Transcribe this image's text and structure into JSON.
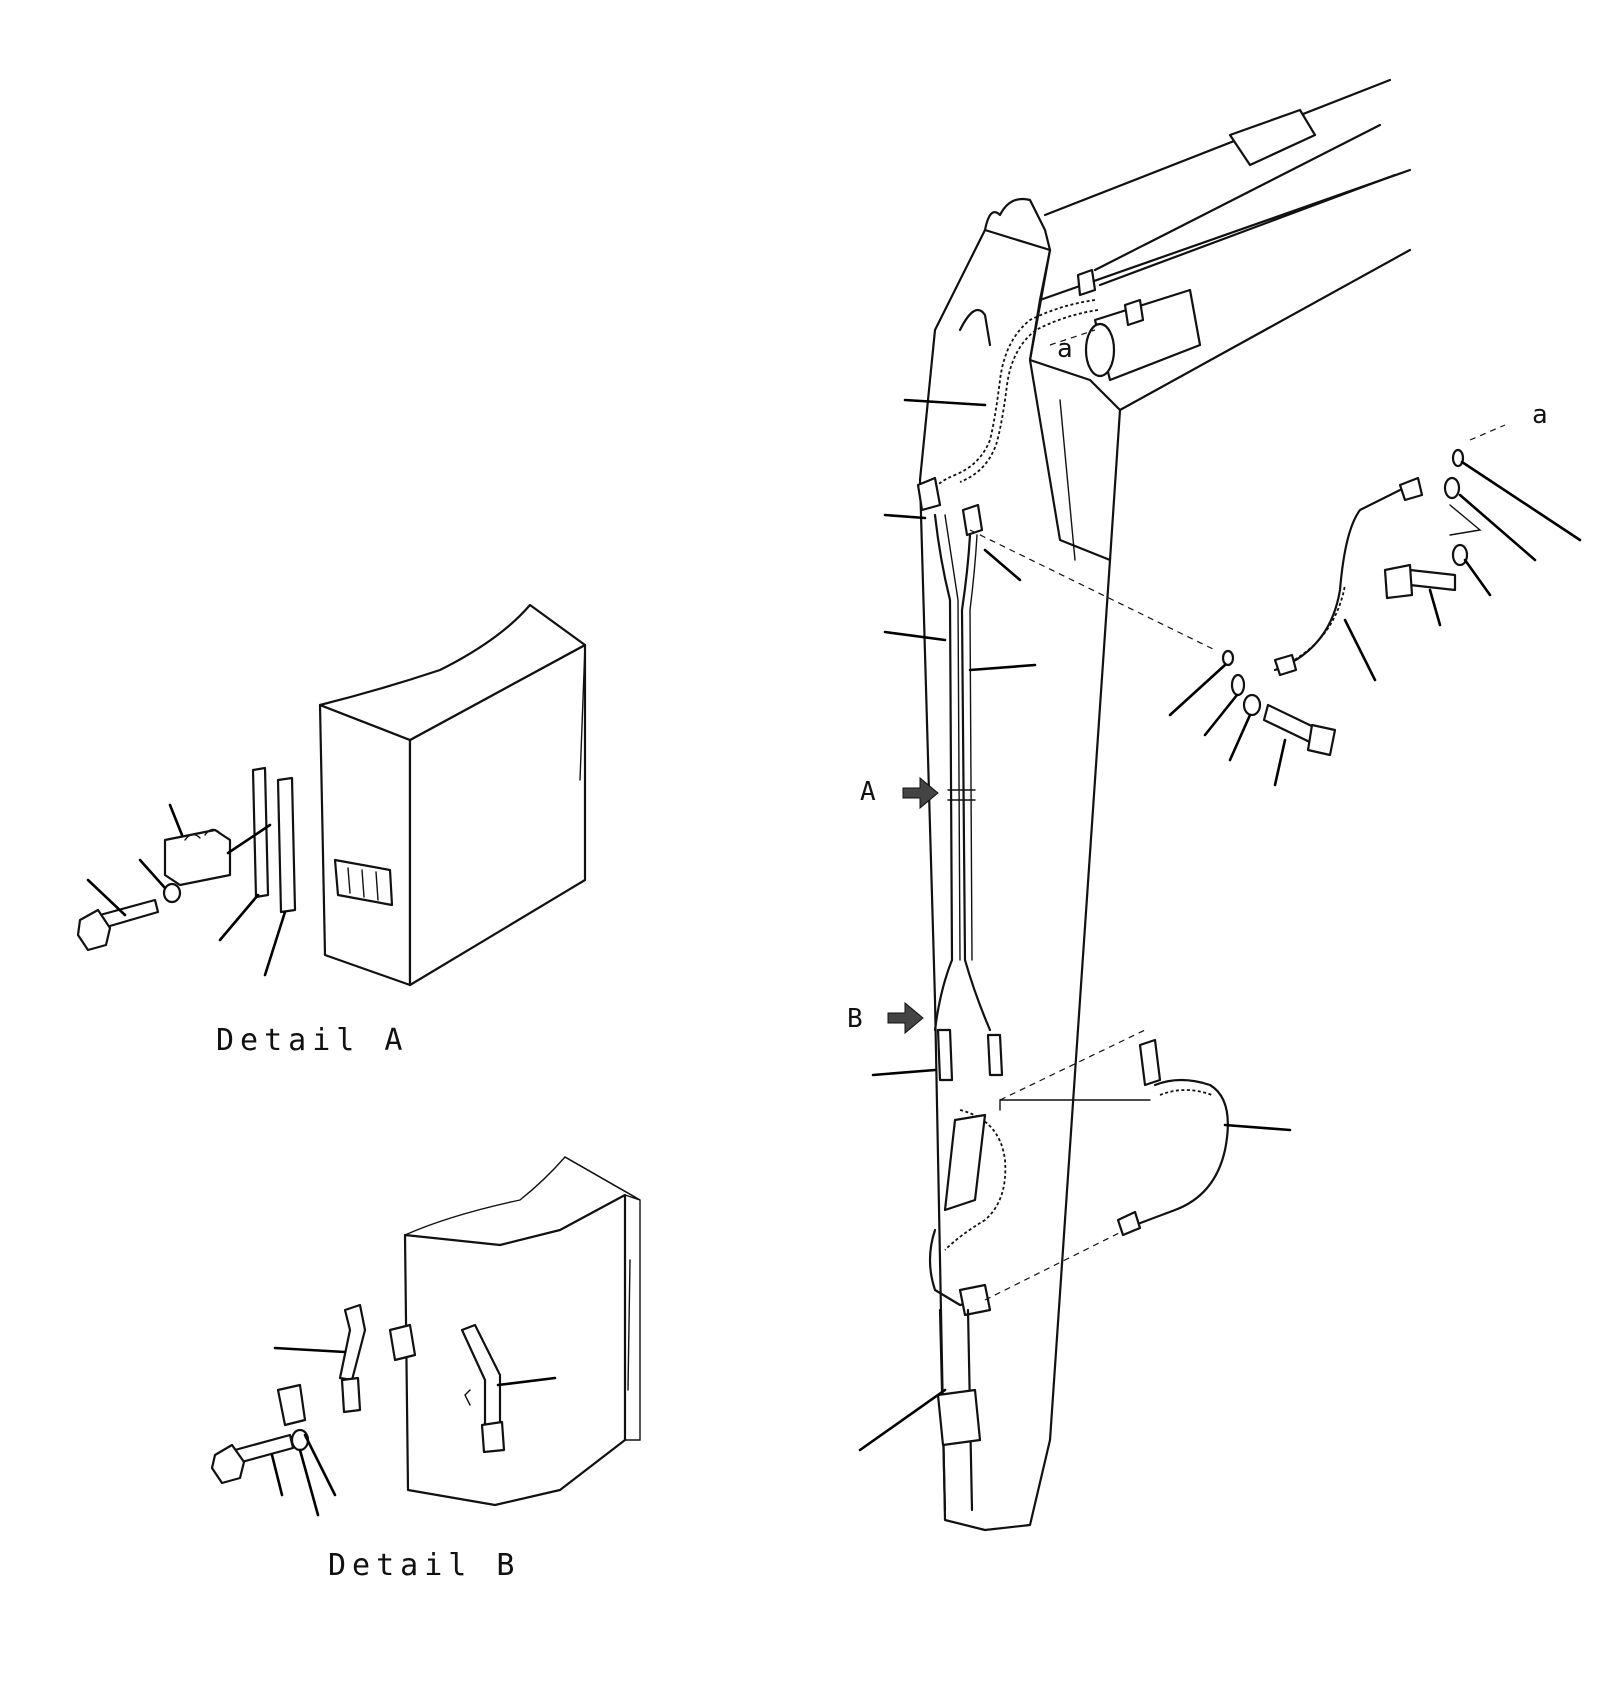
{
  "labels": {
    "detail_a": "Detail A",
    "detail_b": "Detail B",
    "view_a": "A",
    "view_b": "B",
    "ref_a_boom": "a",
    "ref_a_parts": "a"
  }
}
